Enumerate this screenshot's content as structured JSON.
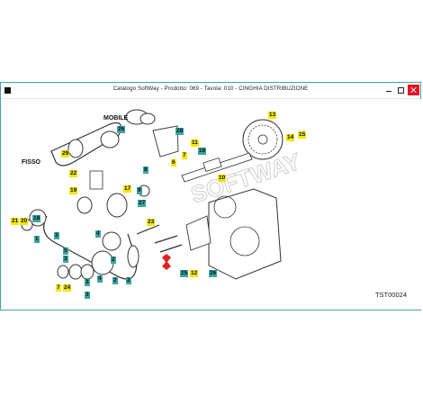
{
  "window": {
    "title": "Catalogo SoftWay - Prodotto: 069 - Tavola: 010 - CINGHIA DISTRIBUZIONE"
  },
  "diagram": {
    "labels": {
      "mobile": "MOBILE",
      "fisso": "FISSO"
    },
    "watermark": "SOFTWAY",
    "drawing_code": "TST00024",
    "callouts": [
      "13",
      "26",
      "28",
      "14",
      "15",
      "6",
      "16",
      "11",
      "7",
      "29",
      "8",
      "10",
      "22",
      "19",
      "9",
      "17",
      "27",
      "18",
      "23",
      "21",
      "20",
      "4",
      "3",
      "1",
      "5",
      "3",
      "2",
      "25",
      "12",
      "26",
      "7",
      "24",
      "3",
      "4",
      "3",
      "2",
      "2"
    ],
    "colors": {
      "callout_yellow": "#f2e600",
      "callout_teal": "#3aa6a0",
      "accent_red": "#e0231e"
    }
  }
}
